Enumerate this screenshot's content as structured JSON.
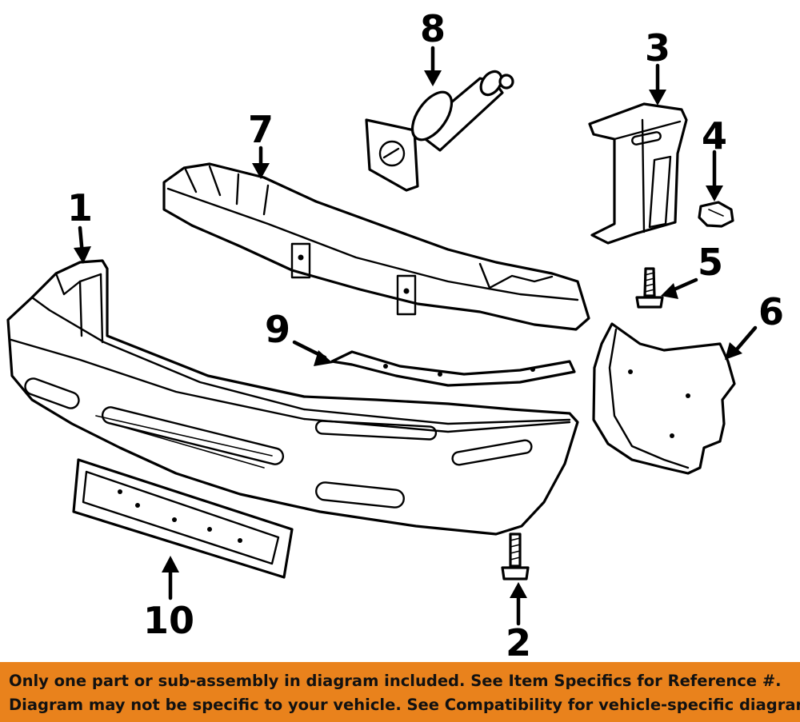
{
  "diagram": {
    "callouts": [
      "1",
      "2",
      "3",
      "4",
      "5",
      "6",
      "7",
      "8",
      "9",
      "10"
    ],
    "parts": [
      "bumper-cover",
      "lower-bolt",
      "side-bracket",
      "retainer-nut",
      "screw",
      "splash-shield",
      "reinforcement-bar",
      "energy-absorber",
      "upper-filler-strip",
      "license-plate-bracket"
    ]
  },
  "notice": {
    "line1": "Only one part or sub-assembly in diagram included. See Item Specifics for Reference #.",
    "line2": "Diagram may not be specific to your vehicle. See Compatibility for vehicle-specific diagrams."
  },
  "colors": {
    "notice_background": "#E9821C",
    "ink": "#000000",
    "background": "#FFFFFF"
  }
}
